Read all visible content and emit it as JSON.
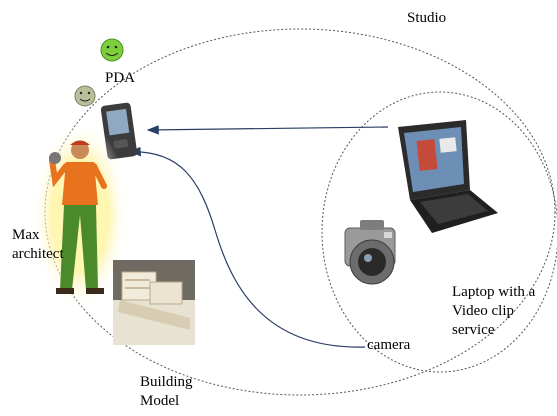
{
  "labels": {
    "studio": "Studio",
    "pda": "PDA",
    "max_architect": [
      "Max",
      "architect"
    ],
    "laptop": [
      "Laptop with a",
      "Video clip",
      "service"
    ],
    "camera": "camera",
    "building_model": [
      "Building",
      "Model"
    ]
  },
  "colors": {
    "outline": "#555555",
    "arrow": "#2a3f66",
    "smiley_green": "#7ccf3a",
    "smiley_grey": "#b8bf9a",
    "glow": "#fff3a0",
    "shirt": "#e8731e",
    "pants": "#4a8a2a",
    "laptop_body": "#2b2b2b",
    "camera_body": "#9a9a9a"
  },
  "icons": [
    "smiley-face-icon",
    "pda-device-icon",
    "architect-figure-icon",
    "laptop-icon",
    "camera-icon",
    "building-model-icon"
  ]
}
